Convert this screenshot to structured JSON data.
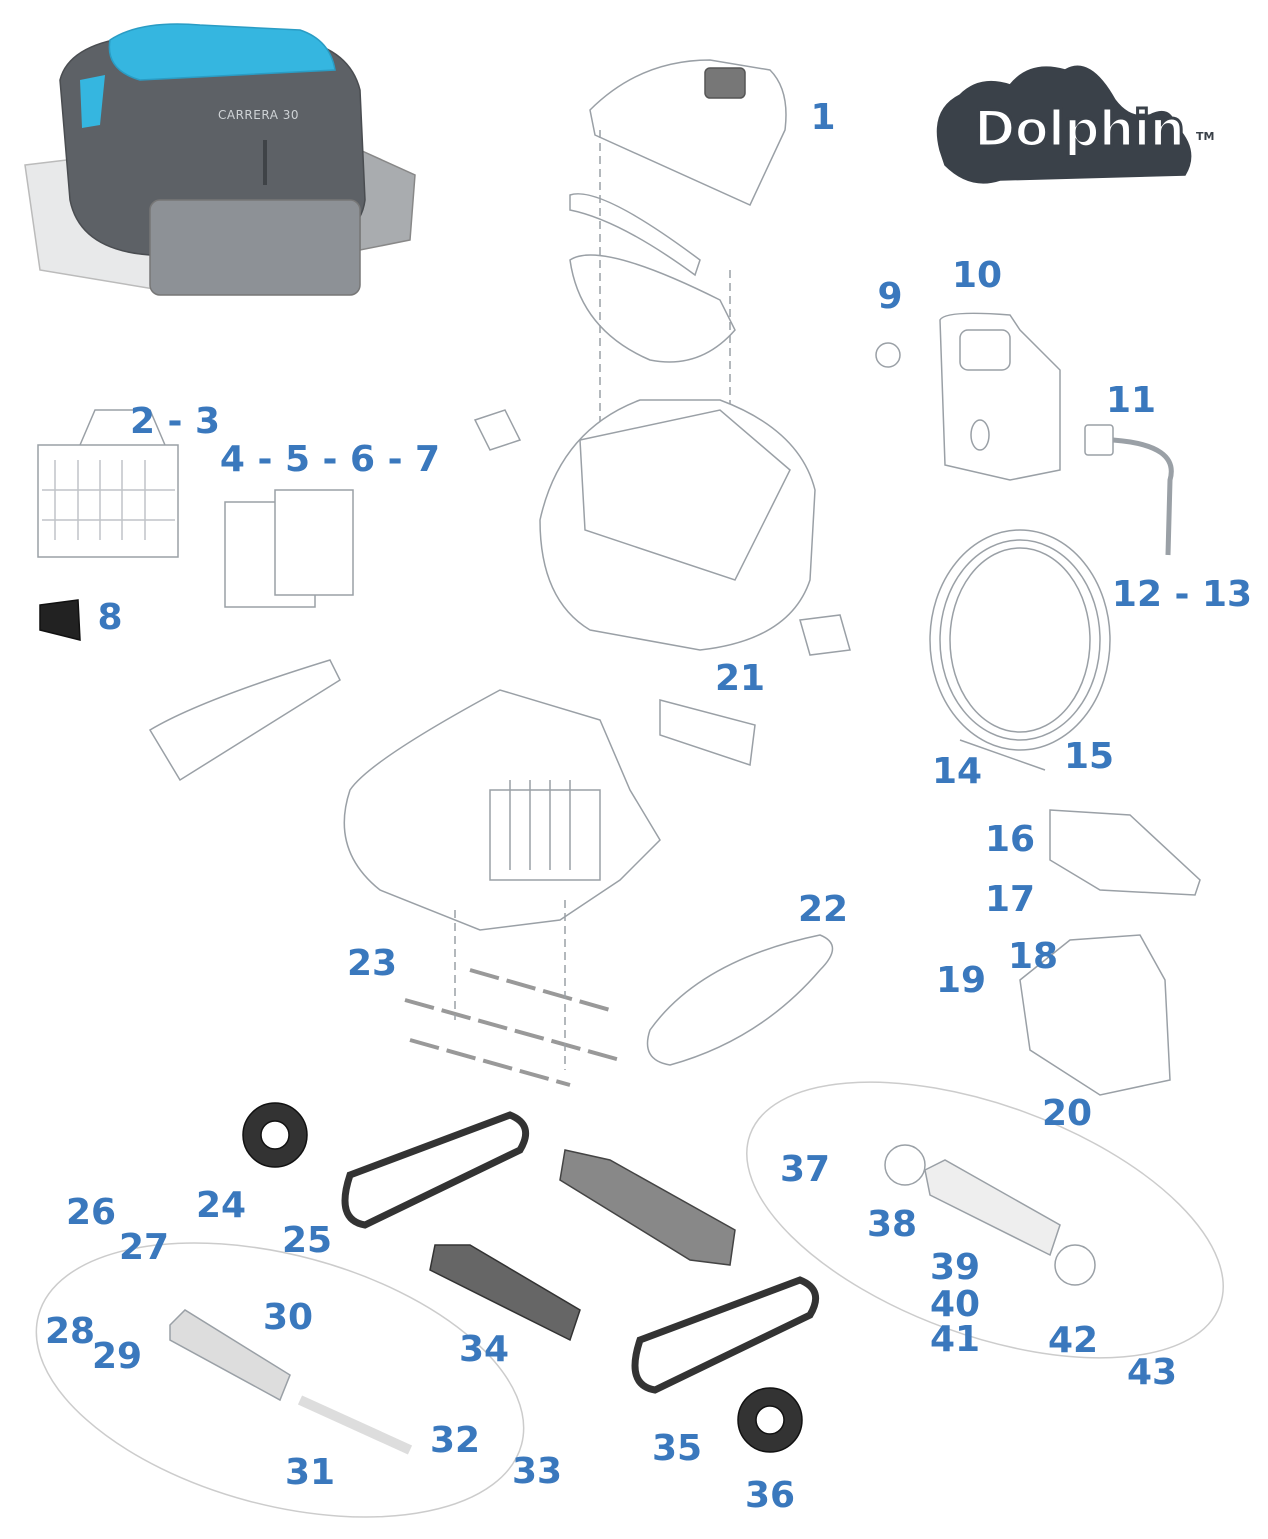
{
  "brand": {
    "name": "Dolphin",
    "trademark": "TM"
  },
  "product": {
    "model_label": "CARRERA 30"
  },
  "colors": {
    "label": "#3a78bd",
    "outline": "#9aa0a6",
    "body_gray": "#5d6166",
    "accent_blue": "#35b6e0"
  },
  "labels": {
    "l1": "1",
    "l2_3": "2 - 3",
    "l4_7": "4 - 5 - 6 - 7",
    "l8": "8",
    "l9": "9",
    "l10": "10",
    "l11": "11",
    "l12_13": "12 - 13",
    "l14": "14",
    "l15": "15",
    "l16": "16",
    "l17": "17",
    "l18": "18",
    "l19": "19",
    "l20": "20",
    "l21": "21",
    "l22": "22",
    "l23": "23",
    "l24": "24",
    "l25": "25",
    "l26": "26",
    "l27": "27",
    "l28": "28",
    "l29": "29",
    "l30": "30",
    "l31": "31",
    "l32": "32",
    "l33": "33",
    "l34": "34",
    "l35": "35",
    "l36": "36",
    "l37": "37",
    "l38": "38",
    "l39": "39",
    "l40": "40",
    "l41": "41",
    "l42": "42",
    "l43": "43"
  }
}
